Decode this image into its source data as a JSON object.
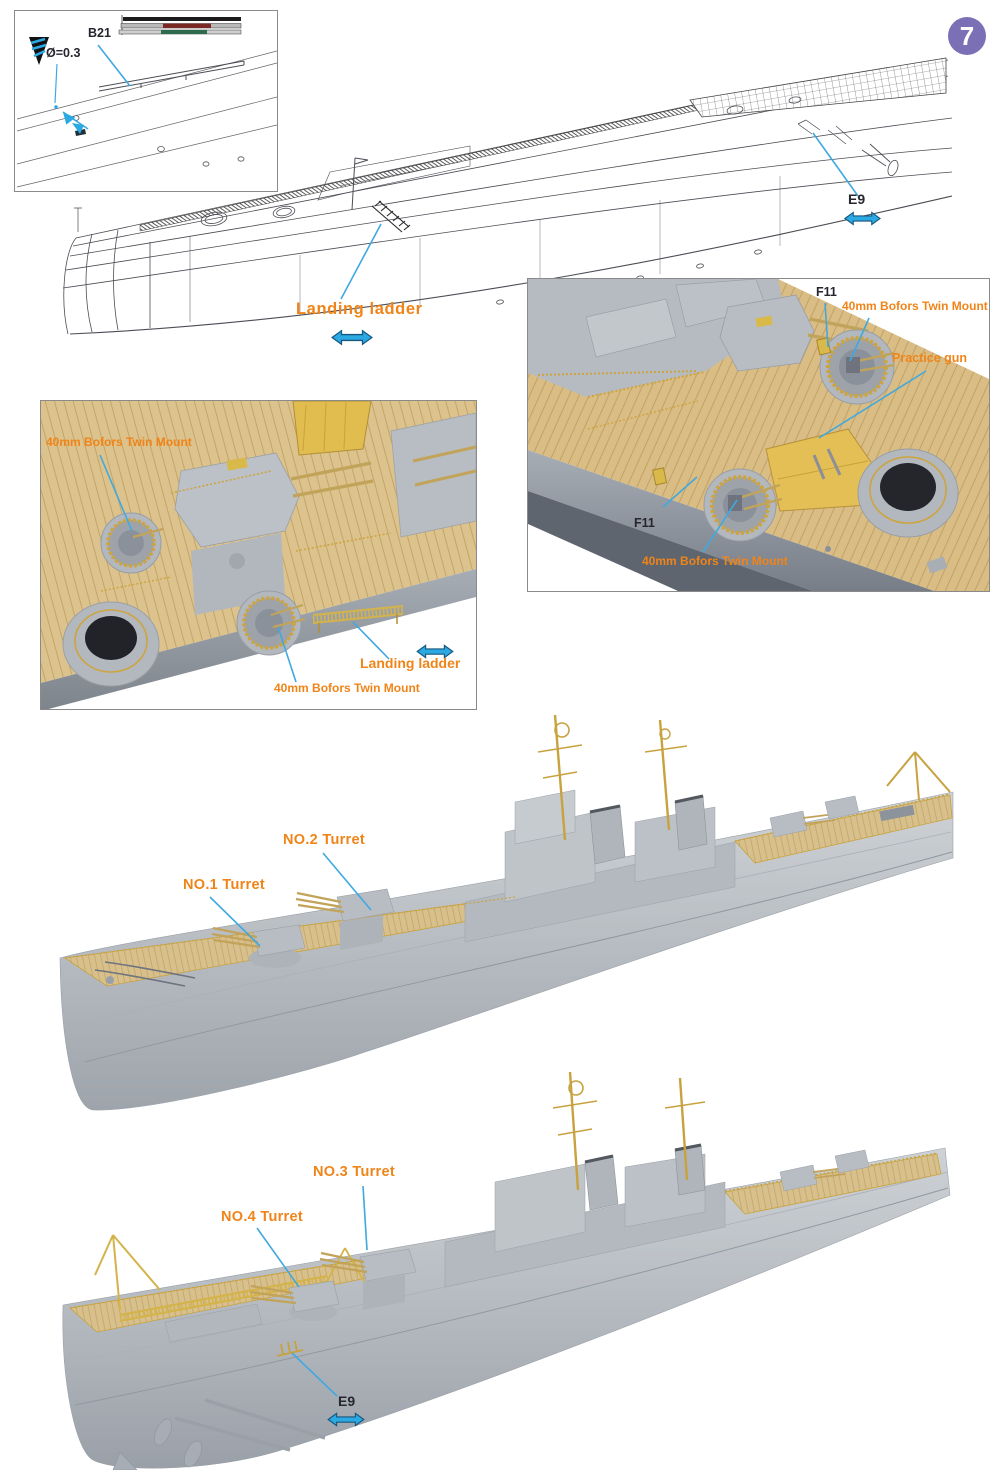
{
  "page": {
    "number": "7"
  },
  "colors": {
    "label_orange": "#F08418",
    "leader_blue": "#3FA9E0",
    "arrow_blue": "#2BA9E2",
    "badge_purple": "#7B70B6",
    "photo_etch_gold": "#C9A43C",
    "deck_tan": "#D9BD85",
    "hull_gray": "#B9BDC2"
  },
  "detail_inset": {
    "part_label": "B21",
    "drill_note": "Ø=0.3"
  },
  "line_drawing": {
    "landing_ladder_label": "Landing ladder",
    "part_e9_label": "E9"
  },
  "left_photo": {
    "bofors_top_label": "40mm Bofors Twin Mount",
    "landing_ladder_label": "Landing ladder",
    "bofors_bottom_label": "40mm Bofors Twin Mount"
  },
  "right_photo": {
    "f11_top_label": "F11",
    "bofors_top_label": "40mm Bofors Twin Mount",
    "practice_gun_label": "Practice gun",
    "f11_bottom_label": "F11",
    "bofors_bottom_label": "40mm Bofors Twin Mount"
  },
  "side_view_photo": {
    "no1_label": "NO.1 Turret",
    "no2_label": "NO.2 Turret"
  },
  "stern_view_photo": {
    "no3_label": "NO.3 Turret",
    "no4_label": "NO.4 Turret",
    "part_e9_label": "E9"
  }
}
